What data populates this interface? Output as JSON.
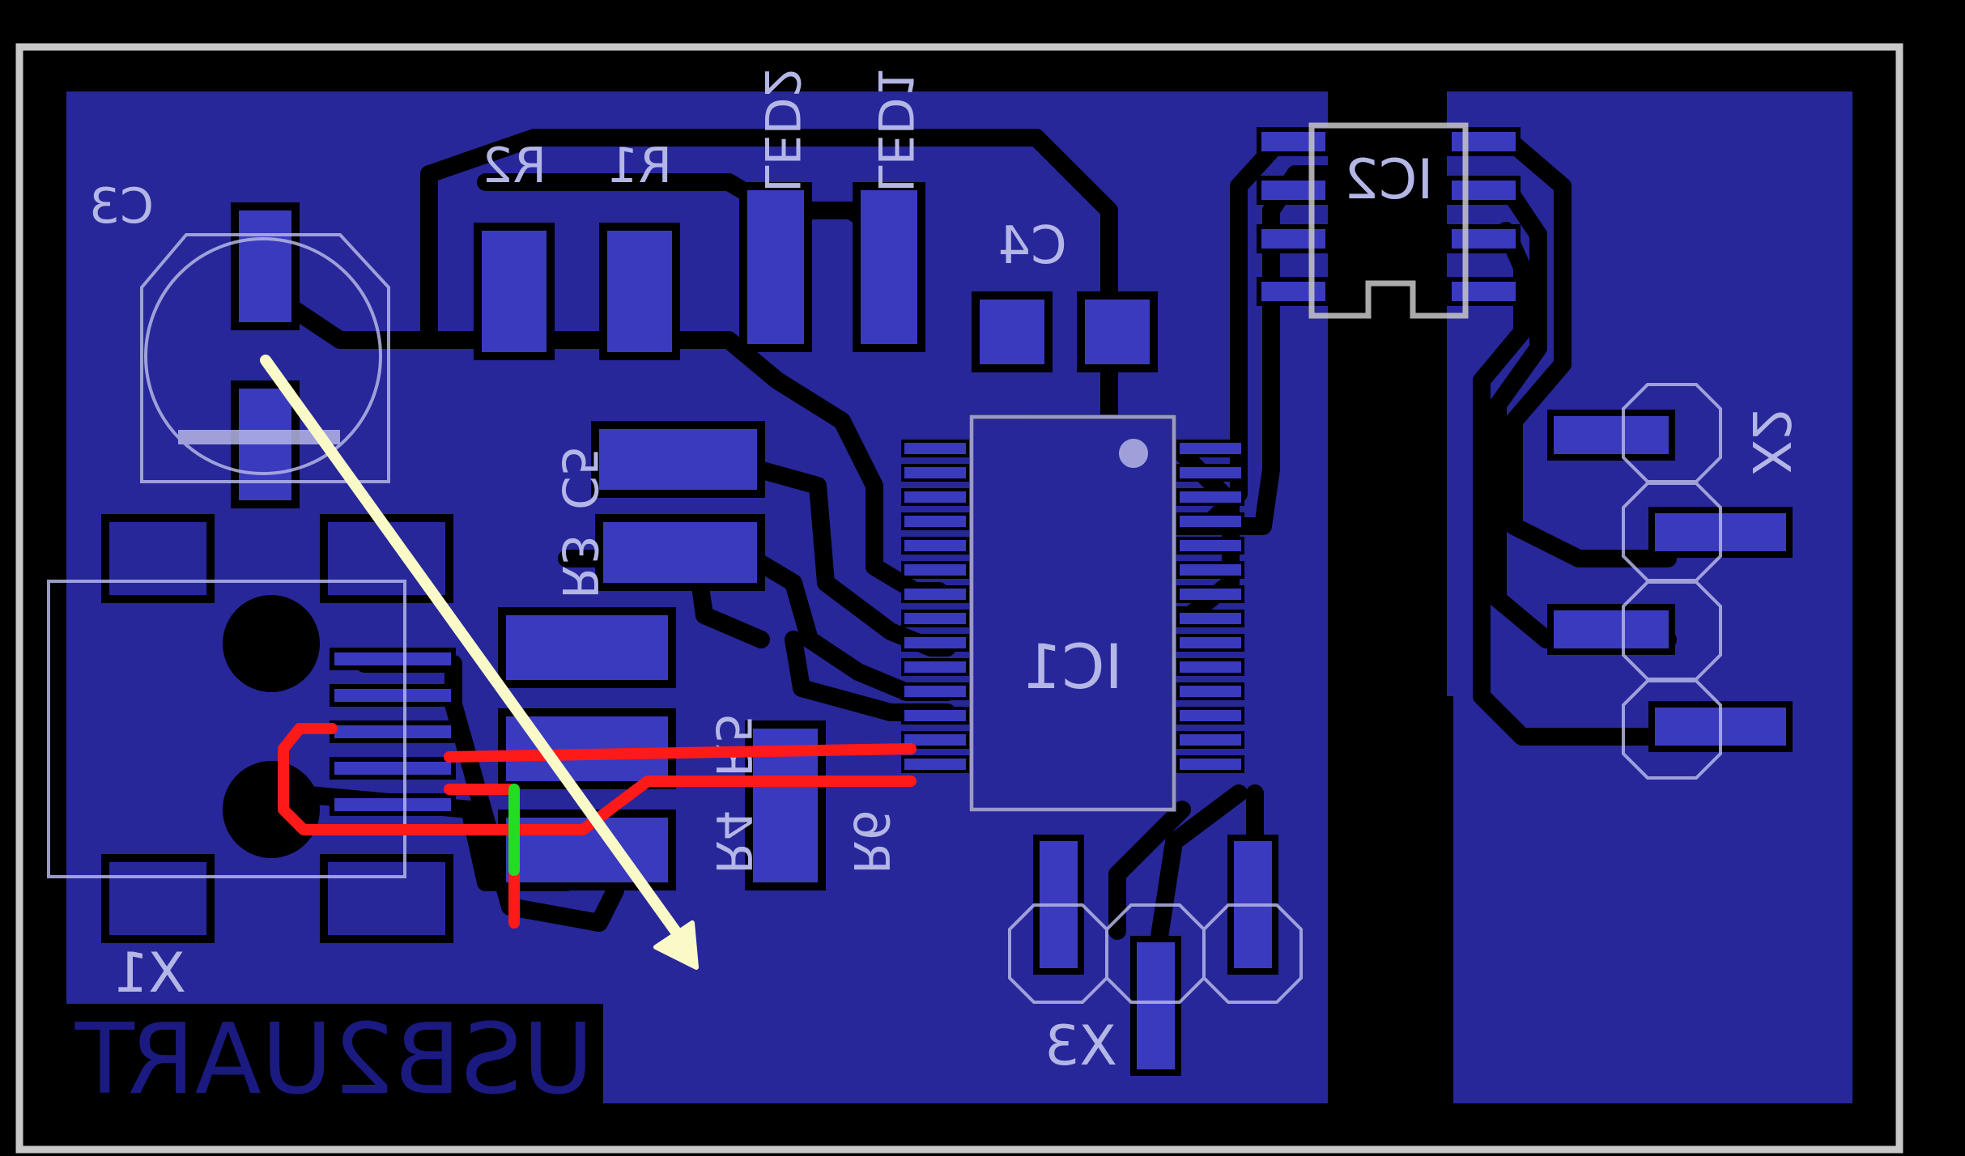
{
  "board": {
    "name": "USB2UART",
    "background_color": "#000000",
    "copper_color": "#27279a",
    "trace_outline_color": "#000000",
    "pad_color": "#3a3abf",
    "silkscreen_color": "#b4b6e6",
    "outline_color": "#c8c8c8"
  },
  "components": {
    "c3": "C3",
    "c4": "C4",
    "c5": "C5",
    "r1": "R1",
    "r2": "R2",
    "r3": "R3",
    "r4": "R4",
    "r5": "R5",
    "r6": "R6",
    "led1": "LED1",
    "led2": "LED2",
    "ic1": "IC1",
    "ic2": "IC2",
    "x1": "X1",
    "x2": "X2",
    "x3": "X3"
  },
  "annotations": {
    "arrow_color": "#fafac8",
    "highlight_trace_color": "#ff1a1a",
    "highlight_wire_color": "#22dd22"
  }
}
